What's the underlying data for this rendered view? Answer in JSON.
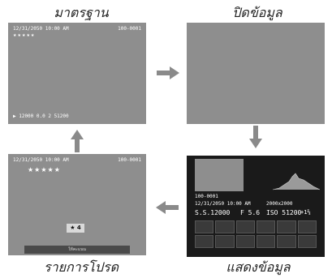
{
  "labels": {
    "standard": "มาตรฐาน",
    "info_off": "ปิดข้อมูล",
    "favorites": "รายการโปรด",
    "info_display": "แสดงข้อมูล"
  },
  "standard_screen": {
    "datetime": "12/31/2050 10:00 AM",
    "frame": "100-0001",
    "stars": "★★★★★",
    "bottom_line": "▶ 12000 0.0 2 51200"
  },
  "favorites_screen": {
    "datetime": "12/31/2050 10:00 AM",
    "frame": "100-0001",
    "stars": "★★★★★",
    "rating_badge": "★ 4",
    "bottom_bar": "ให้คะแนน"
  },
  "info_screen": {
    "frame": "100-0001",
    "datetime": "12/31/2050 10:00 AM",
    "size": "2000x2000",
    "shutter": "S.S.12000",
    "aperture": "F 5.6",
    "iso": "ISO 51200",
    "exposure": "+1⅔"
  },
  "colors": {
    "screen_gray": "#8e8e8e",
    "screen_dark": "#1a1a1a",
    "arrow": "#8a8a8a"
  }
}
